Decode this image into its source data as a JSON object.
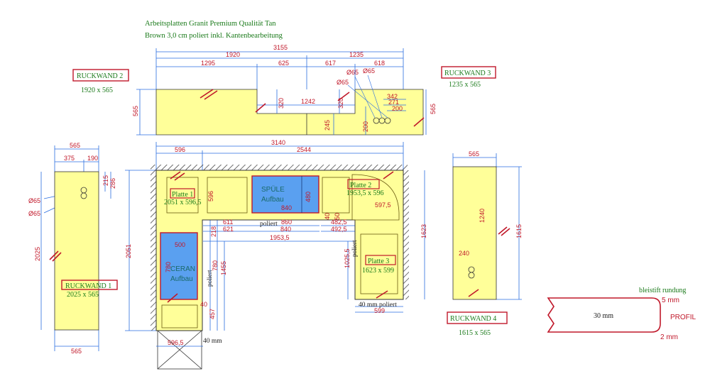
{
  "header": {
    "line1": "Arbeitsplatten Granit Premium Qualität Tan",
    "line2": "Brown 3,0 cm poliert inkl. Kantenbearbeitung"
  },
  "colors": {
    "panel": "#ffff99",
    "dim": "#2a6ee0",
    "dimtext": "#c0182a",
    "label": "#1a7a1a",
    "boxborder": "#c0182a",
    "sink": "#5aa0f0"
  },
  "top_dims": {
    "total": "3155",
    "left": "1920",
    "right": "1235",
    "seg_a": "1295",
    "seg_b": "625",
    "seg_c": "617",
    "seg_d": "618",
    "o65a": "Ø65",
    "o65b": "Ø65",
    "o65c": "Ø65"
  },
  "rw2": {
    "title": "RUCKWAND 2",
    "size": "1920 x 565",
    "h": "565",
    "cut": "320",
    "span": "1242",
    "cut2": "320",
    "d245": "245",
    "d200": "200"
  },
  "rw3": {
    "title": "RUCKWAND 3",
    "size": "1235 x 565",
    "h": "565",
    "d342": "342",
    "d271": "271",
    "d200": "200"
  },
  "rw1": {
    "title": "RUCKWAND 1",
    "size": "2025 x 565",
    "w": "565",
    "d375": "375",
    "d190": "190",
    "d215": "215",
    "d286": "286",
    "h": "2025",
    "o65a": "Ø65",
    "o65b": "Ø65",
    "bottom": "565"
  },
  "rw4": {
    "title": "RUCKWAND 4",
    "size": "1615 x 565",
    "w": "565",
    "d1240": "1240",
    "d240": "240",
    "h": "1615"
  },
  "plan": {
    "total": "3140",
    "d596": "596",
    "d2544": "2544",
    "left_h": "2051",
    "right_h": "1623",
    "platte1_label": "Platte 1",
    "platte1_size": "2051 x 596,5",
    "platte2_label": "Platte 2",
    "platte2_size": "1953,5 x 596",
    "platte3_label": "Platte 3",
    "platte3_size": "1623 x 599",
    "spuele1": "SPÜLE",
    "spuele2": "Aufbau",
    "ceran1": "CERAN",
    "ceran2": "Aufbau",
    "s840": "840",
    "s480": "480",
    "c500": "500",
    "c780": "780",
    "d596v": "596",
    "d611": "611",
    "d621": "621",
    "d218": "218",
    "poliert": "poliert",
    "d860": "860",
    "d840b": "840",
    "d1953": "1953,5",
    "d40a": "40",
    "d50": "50",
    "d482": "482,5",
    "d492": "492,5",
    "d5975": "597,5",
    "d780": "780",
    "d1455": "1455",
    "poliert_v": "poliert",
    "d40b": "40",
    "d457": "457",
    "d40mm": "40 mm",
    "d5965": "596,5",
    "d10255": "1025,5",
    "poliert_v2": "poliert",
    "d40mmp": "40 mm poliert",
    "d599": "599"
  },
  "profil": {
    "title": "bleistift rundung",
    "r5": "5 mm",
    "label": "PROFIL",
    "thick": "30 mm",
    "r2": "2 mm"
  }
}
